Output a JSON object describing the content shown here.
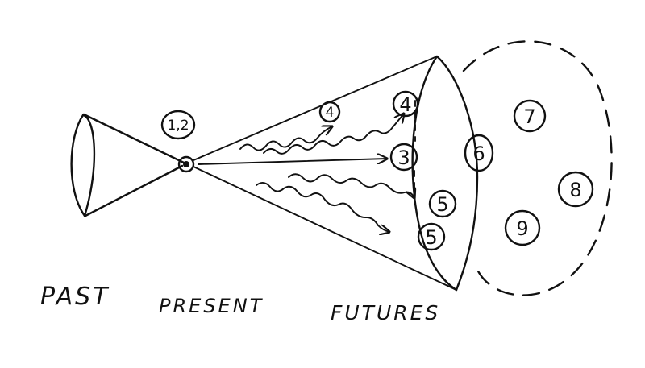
{
  "labels": {
    "past": "PAST",
    "present": "PRESENT",
    "futures": "FUTURES"
  },
  "present_marker": "1,2",
  "future_nodes": {
    "n4_small": "4",
    "n4_edge": "4",
    "n3": "3",
    "n5_upper": "5",
    "n5_lower": "5",
    "n6": "6",
    "n7": "7",
    "n8": "8",
    "n9": "9"
  },
  "colors": {
    "ink": "#111111",
    "paper": "#ffffff"
  }
}
